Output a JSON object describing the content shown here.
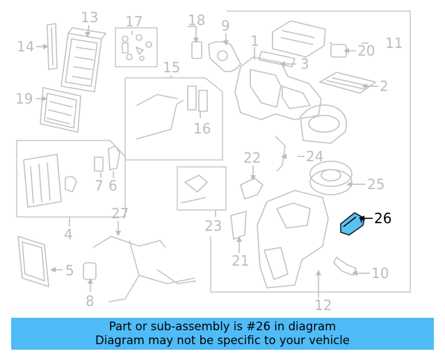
{
  "diagram": {
    "callouts": [
      "1",
      "2",
      "3",
      "4",
      "5",
      "6",
      "7",
      "8",
      "9",
      "10",
      "11",
      "12",
      "13",
      "14",
      "15",
      "16",
      "17",
      "18",
      "19",
      "20",
      "21",
      "22",
      "23",
      "24",
      "25",
      "26",
      "27"
    ],
    "highlighted_part": "26",
    "colors": {
      "highlight": "#5bc1f5",
      "line": "#c2c2c2",
      "banner": "#4fbcf8"
    }
  },
  "banner": {
    "line1": "Part or sub-assembly is #26 in diagram",
    "line2": "Diagram may not be specific to your vehicle"
  }
}
